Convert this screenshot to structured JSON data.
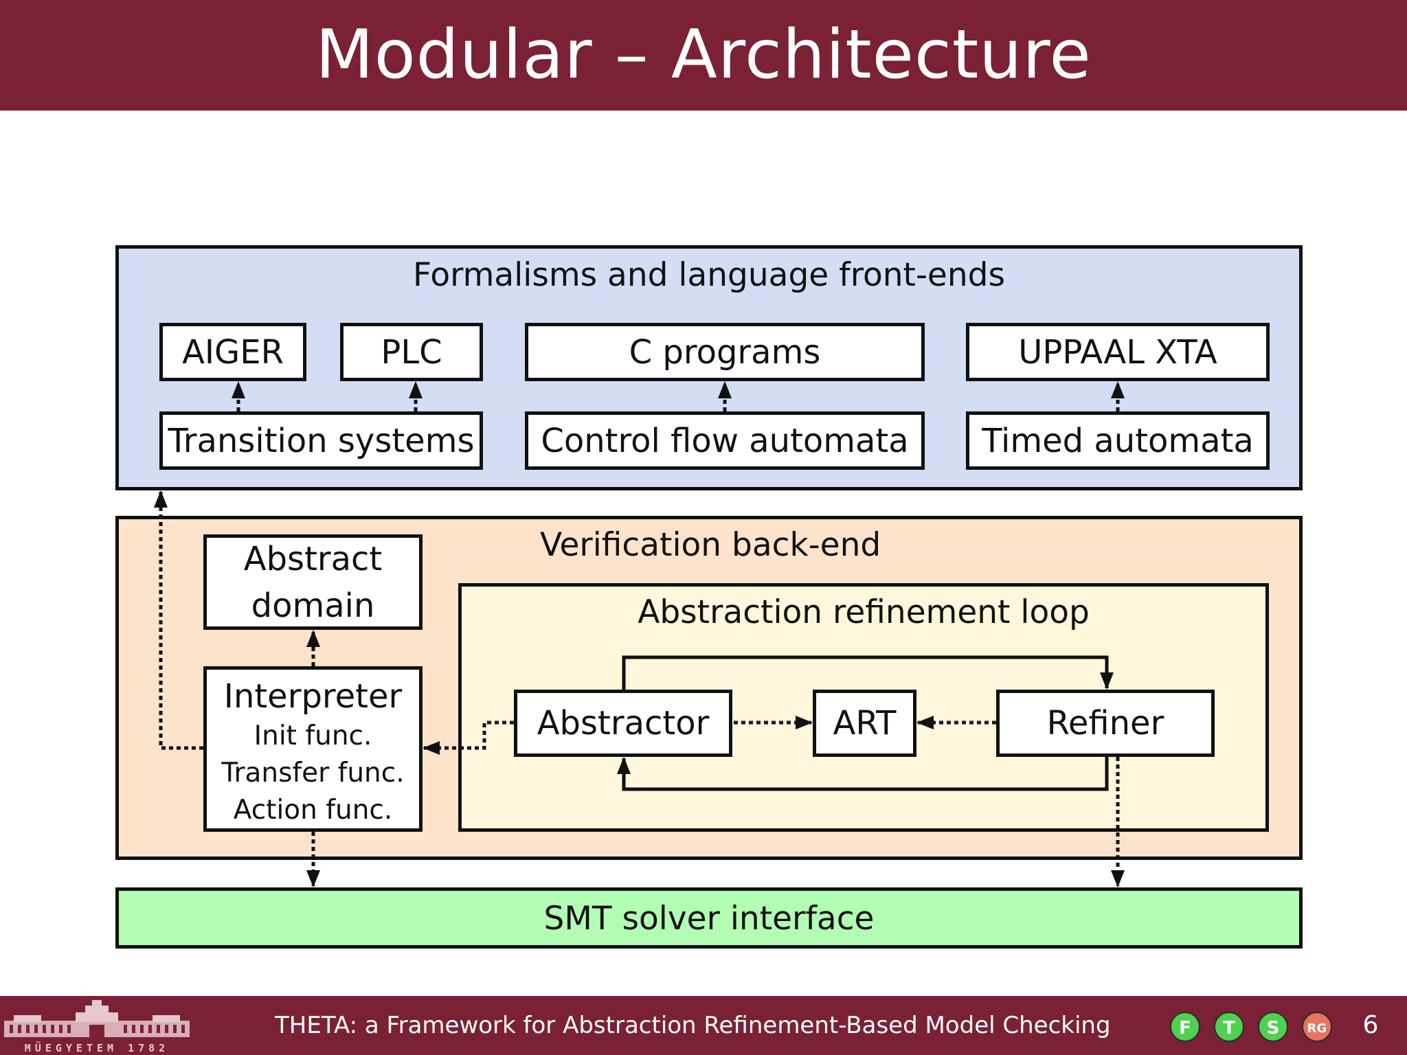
{
  "slide": {
    "title": "Modular – Architecture",
    "page_number": "6",
    "footer_text": "THETA: a Framework for Abstraction Refinement-Based Model Checking"
  },
  "frontends": {
    "label": "Formalisms and language front-ends",
    "color": "#d3def5",
    "boxes": {
      "aiger": "AIGER",
      "plc": "PLC",
      "c_programs": "C programs",
      "uppaal": "UPPAAL XTA",
      "transition_systems": "Transition systems",
      "cfa": "Control flow automata",
      "timed_automata": "Timed automata"
    }
  },
  "backend": {
    "label": "Verification back-end",
    "color": "#fde3cc",
    "abstract_domain": [
      "Abstract",
      "domain"
    ],
    "interpreter": {
      "title": "Interpreter",
      "items": [
        "Init func.",
        "Transfer func.",
        "Action func."
      ]
    },
    "loop": {
      "label": "Abstraction refinement loop",
      "color": "#fff7dc",
      "abstractor": "Abstractor",
      "art": "ART",
      "refiner": "Refiner"
    }
  },
  "smt": {
    "label": "SMT solver interface",
    "color": "#b3fcb3"
  },
  "logos": {
    "university_caption": "MŰEGYETEM 1782",
    "lab_letters": [
      "F",
      "T",
      "S",
      "RG"
    ]
  }
}
